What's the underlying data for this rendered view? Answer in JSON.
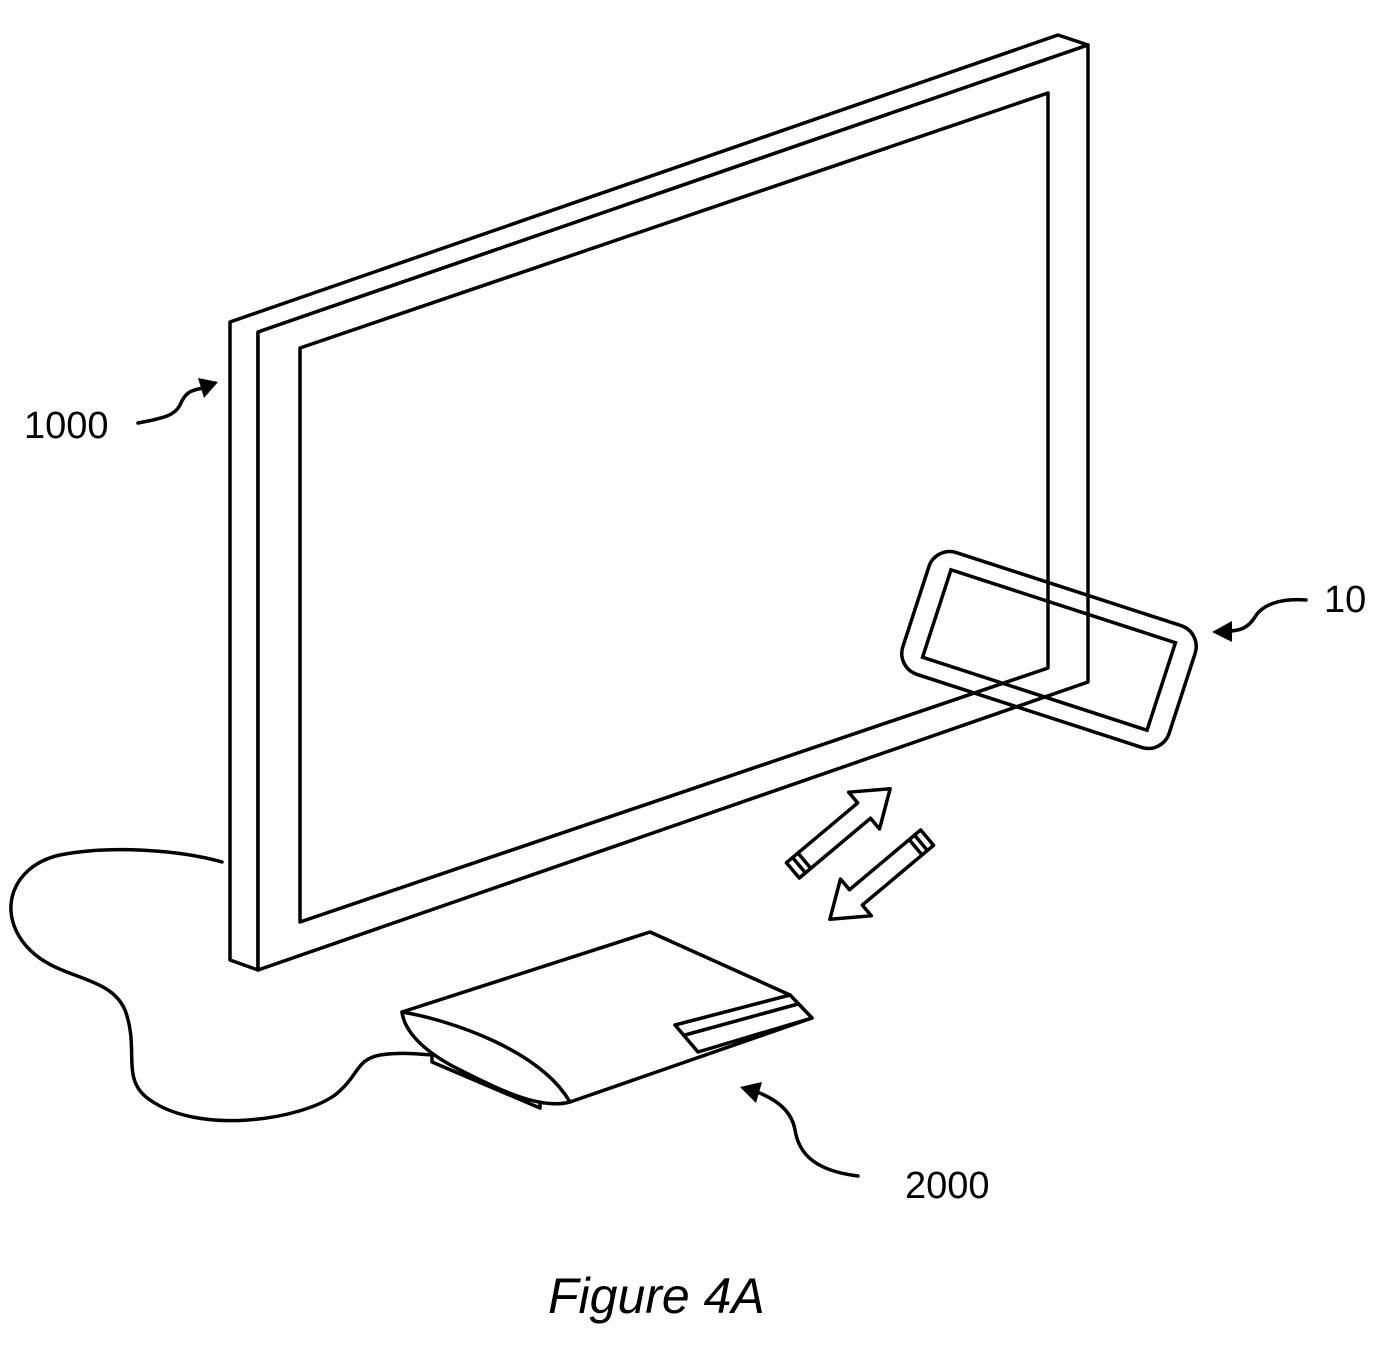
{
  "figure": {
    "caption": "Figure 4A",
    "labels": {
      "display": "1000",
      "device": "10",
      "console": "2000"
    },
    "colors": {
      "line": "#000000",
      "background": "#ffffff"
    }
  }
}
